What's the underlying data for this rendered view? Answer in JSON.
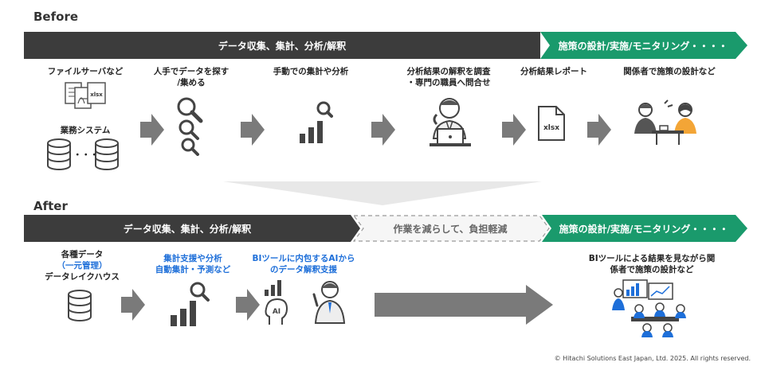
{
  "before": {
    "title": "Before",
    "band_main": "データ収集、集計、分析/解釈",
    "band_policy": "施策の設計/実施/モニタリング・・・・",
    "steps": {
      "fileserver": "ファイルサーバなど",
      "file_ext": "xlsx",
      "business_system": "業務システム",
      "ellipsis": "・・・",
      "search_line1": "人手でデータを探す",
      "search_line2": "/集める",
      "manual": "手動での集計や分析",
      "consult_line1": "分析結果の解釈を調査",
      "consult_line2": "・専門の職員へ問合せ",
      "report": "分析結果レポート",
      "report_ext": "xlsx",
      "meeting": "関係者で施策の設計など"
    }
  },
  "after": {
    "title": "After",
    "band_main": "データ収集、集計、分析/解釈",
    "band_reduce": "作業を減らして、負担軽減",
    "band_policy": "施策の設計/実施/モニタリング・・・・",
    "steps": {
      "data_line1": "各種データ",
      "data_line2": "（一元管理）",
      "data_line3": "データレイクハウス",
      "support_line1": "集計支援や分析",
      "support_line2": "自動集計・予測など",
      "ai_line1": "BIツールに内包するAIから",
      "ai_line2": "のデータ解釈支援",
      "ai_label": "AI",
      "bi_line1": "BIツールによる結果を見ながら関",
      "bi_line2": "係者で施策の設計など"
    }
  },
  "colors": {
    "dark_band": "#3c3c3c",
    "green_band": "#1a9a6c",
    "arrow_gray": "#7a7a7a",
    "highlight_blue": "#1e6fd9"
  },
  "copyright": "© Hitachi Solutions East Japan, Ltd. 2025. All rights reserved."
}
